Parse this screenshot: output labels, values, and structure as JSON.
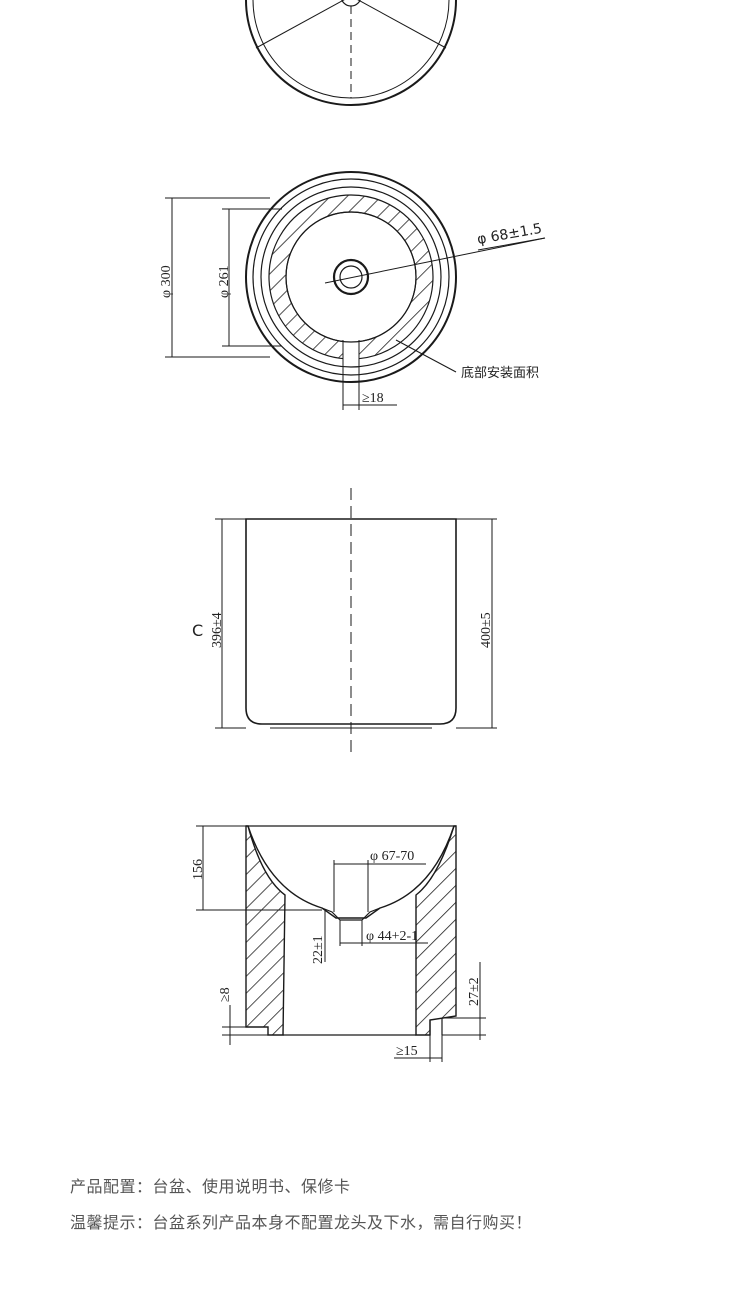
{
  "drawing": {
    "plan_view": {
      "dia_outer": "φ 300",
      "dia_inner": "φ 261",
      "drain_dia": "φ 68±1.5",
      "base_area_label": "底部安装面积",
      "gap_min": "≥18"
    },
    "elevation_view": {
      "height_inner": "396±4",
      "height_total": "400±5",
      "letter_c": "C"
    },
    "section_view": {
      "depth": "156",
      "drain_top": "φ 67-70",
      "drain_bottom": "φ 44+2-1",
      "drain_height": "22±1",
      "foot_height": "27±2",
      "edge_min": "≥8",
      "foot_width_min": "≥15"
    }
  },
  "notes": {
    "config": "产品配置：台盆、使用说明书、保修卡",
    "tip": "温馨提示：台盆系列产品本身不配置龙头及下水，需自行购买！"
  }
}
